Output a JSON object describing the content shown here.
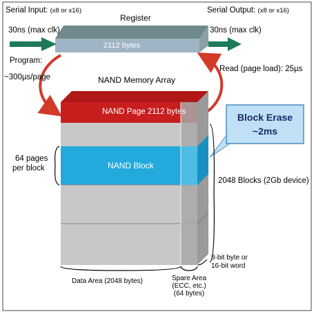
{
  "diagram": {
    "serial_input": "Serial Input:",
    "serial_input_width": "(x8 or x16)",
    "register_title": "Register",
    "serial_output": "Serial Output:",
    "serial_output_width": "(x8 or x16)",
    "input_clock": "30ns (max clk)",
    "output_clock": "30ns (max clk)",
    "register_size": "2112 bytes",
    "program_label": "Program:",
    "program_time": "~300µs/page",
    "array_title": "NAND Memory Array",
    "read_label": "Read (page load): 25µs",
    "page_label": "NAND Page 2112 bytes",
    "block_erase_line1": "Block Erase",
    "block_erase_line2": "~2ms",
    "pages_per_block_line1": "64 pages",
    "pages_per_block_line2": "per block",
    "block_label": "NAND Block",
    "blocks_count": "2048 Blocks (2Gb device)",
    "word_width_line1": "8-bit byte or",
    "word_width_line2": "16-bit word",
    "data_area": "Data Area (2048 bytes)",
    "spare_area_line1": "Spare Area",
    "spare_area_line2": "(ECC, etc.)",
    "spare_area_line3": "(64 bytes)"
  },
  "colors": {
    "register_top": "#6f8a8a",
    "register_front": "#9fb4c4",
    "arrow_green": "#1e7a5a",
    "arrow_red": "#d23a2a",
    "page_red": "#c81e1e",
    "block_blue": "#22aadd",
    "layer_gray": "#c8c8c8",
    "callout_fill": "#bfe0f5"
  }
}
